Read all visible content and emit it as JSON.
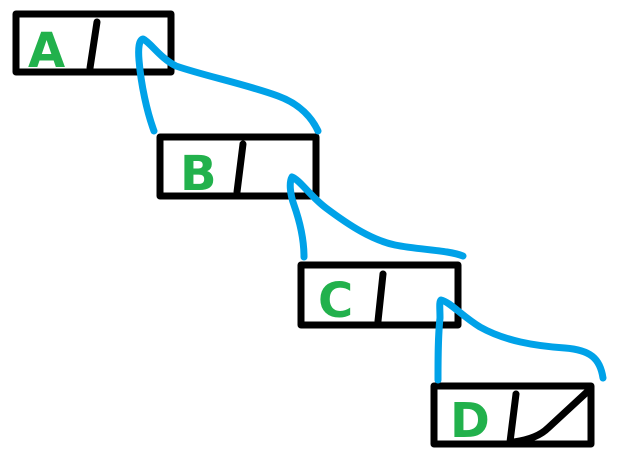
{
  "colors": {
    "outline": "#000000",
    "label": "#22b14c",
    "pointer": "#00a2e8",
    "background": "#ffffff"
  },
  "nodes": [
    {
      "label": "A",
      "next": "B"
    },
    {
      "label": "B",
      "next": "C"
    },
    {
      "label": "C",
      "next": "D"
    },
    {
      "label": "D",
      "next": null
    }
  ]
}
